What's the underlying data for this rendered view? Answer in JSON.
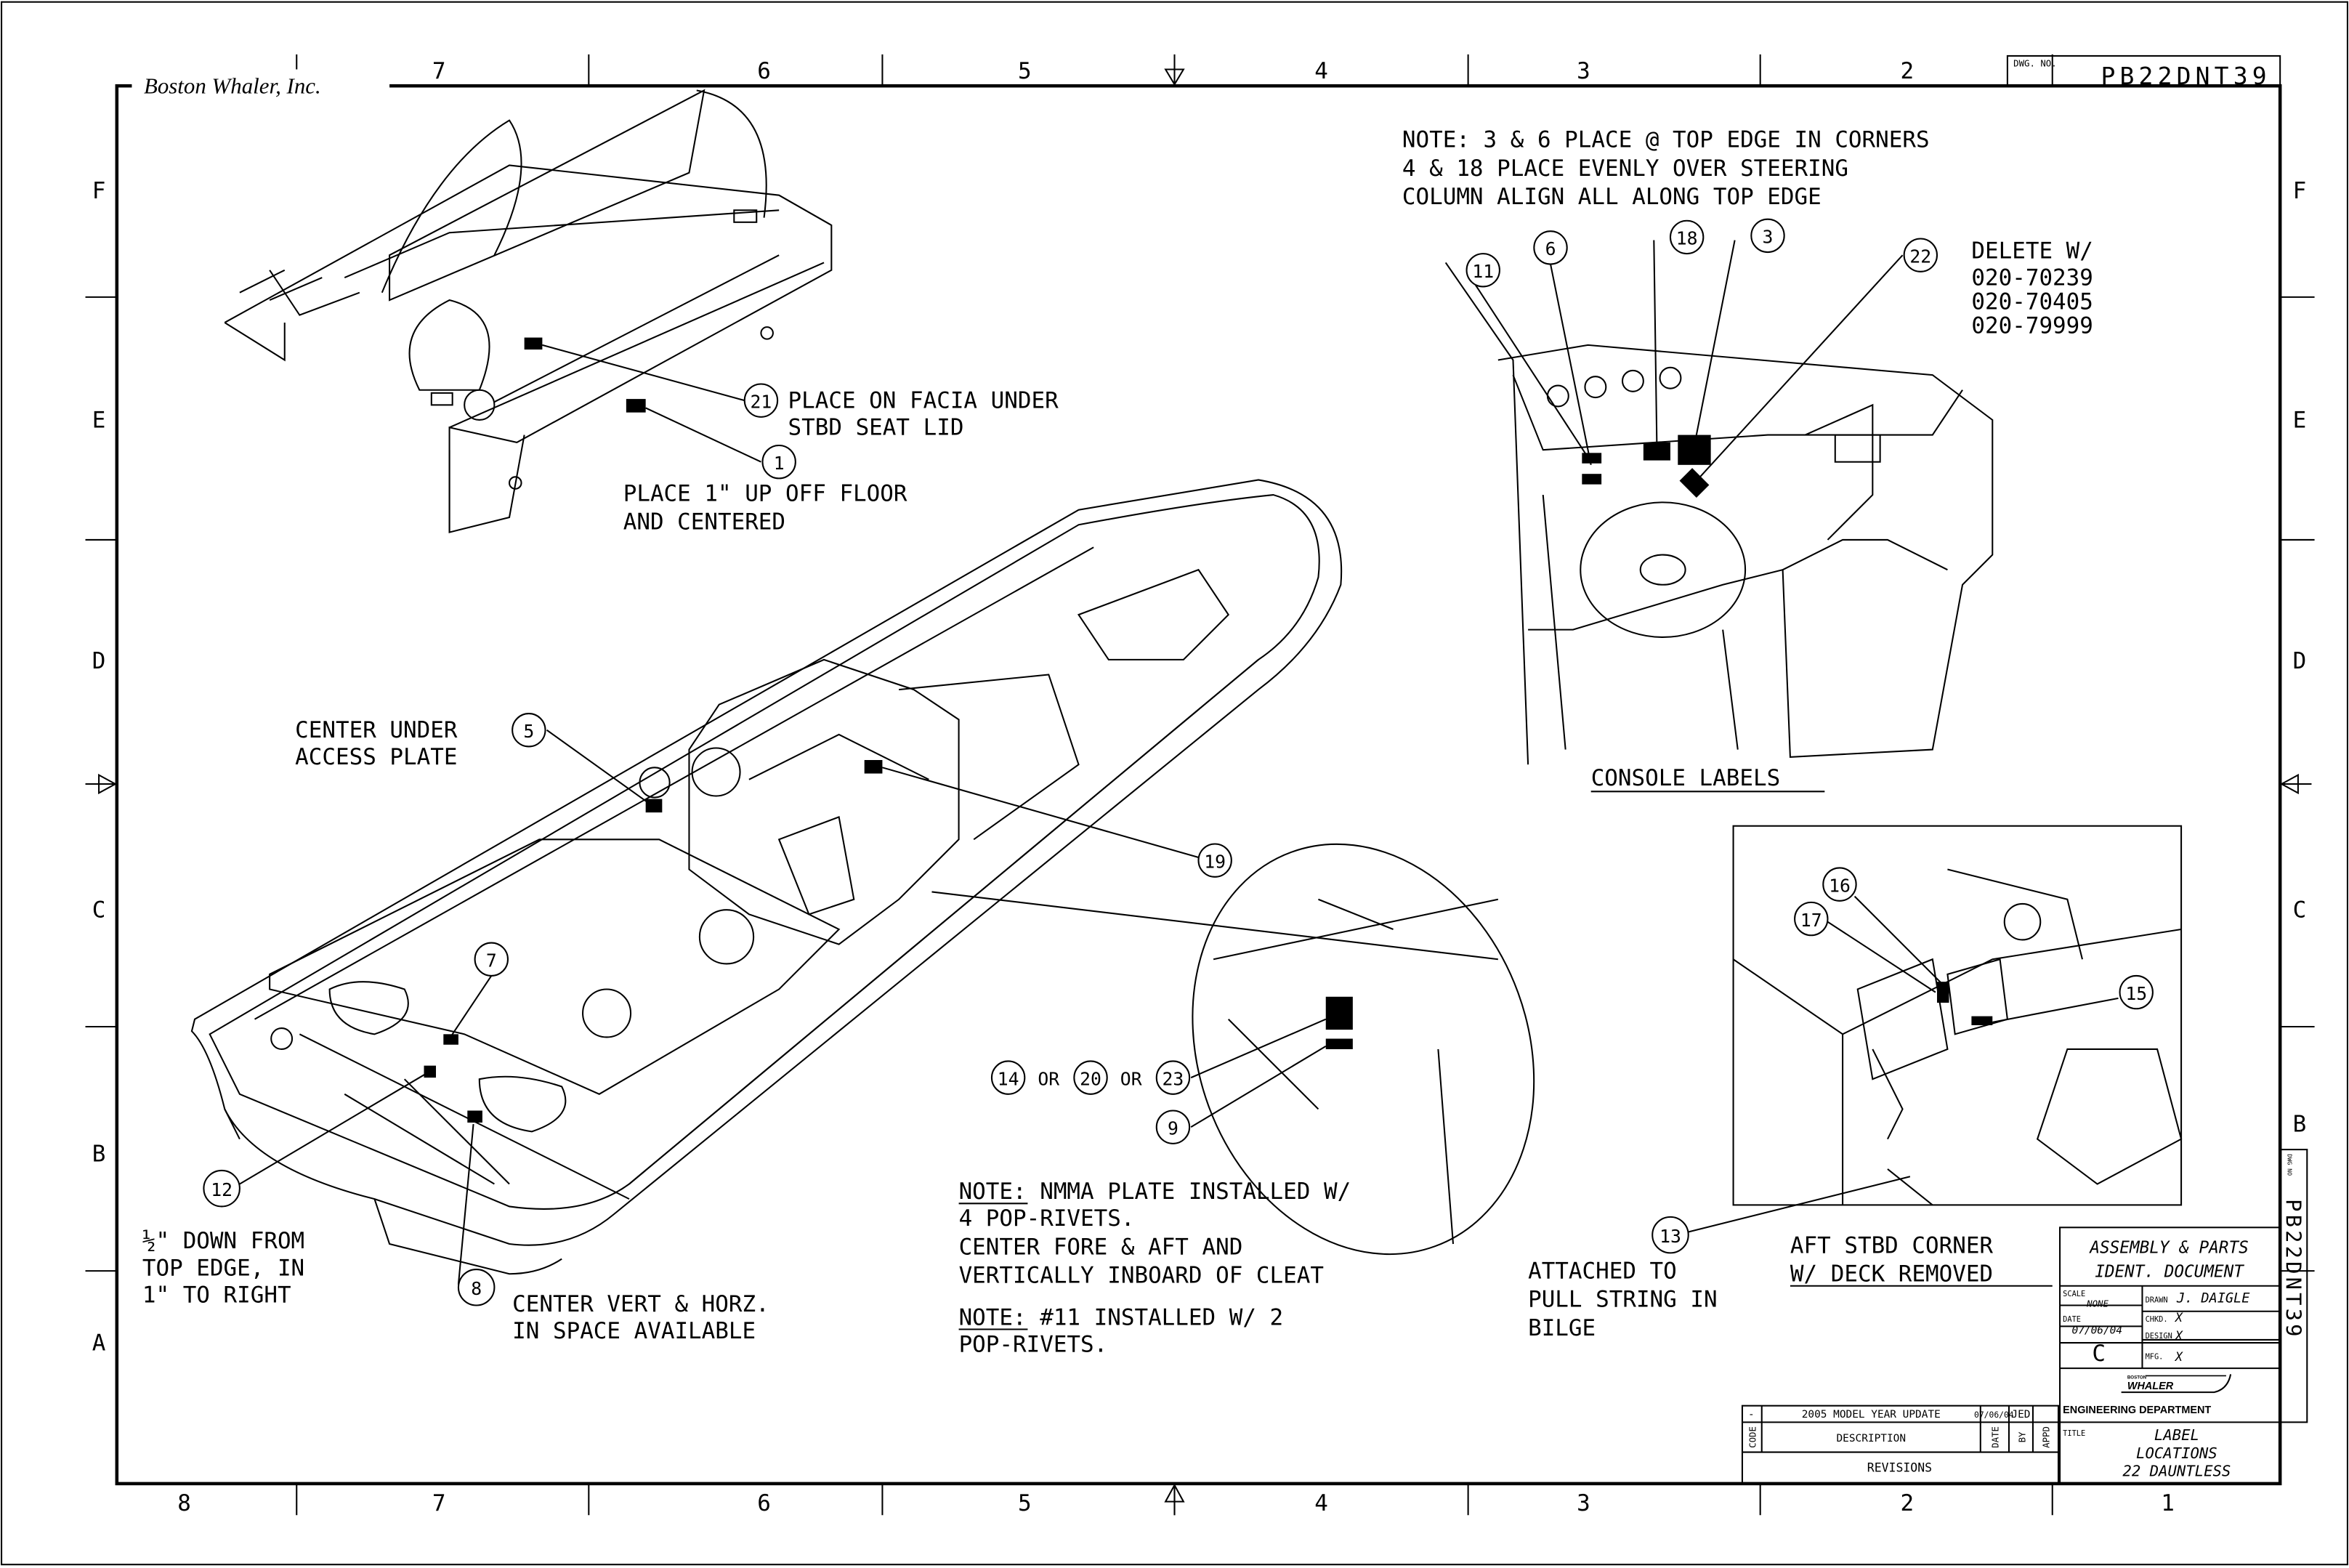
{
  "company": "Boston Whaler, Inc.",
  "dwg_no_label": "DWG. NO.",
  "dwg_no": "PB22DNT39",
  "zones": {
    "top": [
      "7",
      "6",
      "5",
      "4",
      "3",
      "2"
    ],
    "bottom": [
      "8",
      "7",
      "6",
      "5",
      "4",
      "3",
      "2",
      "1"
    ],
    "rows": [
      "F",
      "E",
      "D",
      "C",
      "B",
      "A"
    ]
  },
  "notes": {
    "console_note": [
      "NOTE: 3 & 6 PLACE @ TOP EDGE IN CORNERS",
      "4 & 18 PLACE EVENLY OVER STEERING",
      "COLUMN ALIGN ALL ALONG TOP EDGE"
    ],
    "delete_note": [
      "DELETE W/",
      "020-70239",
      "020-70405",
      "020-79999"
    ],
    "console_title": "CONSOLE LABELS",
    "facia_note": [
      "PLACE ON FACIA UNDER",
      "STBD SEAT LID"
    ],
    "floor_note": [
      "PLACE 1\" UP OFF FLOOR",
      "AND CENTERED"
    ],
    "access_note": [
      "CENTER UNDER",
      "ACCESS PLATE"
    ],
    "half_note": [
      "½\" DOWN FROM",
      "TOP EDGE, IN",
      "1\" TO RIGHT"
    ],
    "center_note": [
      "CENTER VERT & HORZ.",
      "IN SPACE AVAILABLE"
    ],
    "nmma_note": [
      "NOTE: NMMA PLATE INSTALLED W/",
      "4 POP-RIVETS.",
      "CENTER FORE & AFT AND",
      "VERTICALLY INBOARD OF CLEAT"
    ],
    "note11": [
      "NOTE: #11 INSTALLED W/ 2",
      "POP-RIVETS."
    ],
    "bilge_note": [
      "ATTACHED TO",
      "PULL STRING IN",
      "BILGE"
    ],
    "aft_title": [
      "AFT STBD CORNER",
      "W/ DECK REMOVED"
    ],
    "or": "OR"
  },
  "callouts": [
    "1",
    "3",
    "5",
    "6",
    "7",
    "8",
    "9",
    "11",
    "12",
    "13",
    "14",
    "15",
    "16",
    "17",
    "18",
    "19",
    "20",
    "21",
    "22",
    "23"
  ],
  "title_block": {
    "doc_type": [
      "ASSEMBLY & PARTS",
      "IDENT. DOCUMENT"
    ],
    "scale_label": "SCALE",
    "scale": "NONE",
    "date_label": "DATE",
    "date": "07/06/04",
    "size": "C",
    "drawn_label": "DRAWN",
    "drawn": "J. DAIGLE",
    "chkd_label": "CHKD.",
    "chkd": "X",
    "design_label": "DESIGN",
    "design": "X",
    "mfg_label": "MFG.",
    "mfg": "X",
    "logo_text": "WHALER",
    "logo_small": "BOSTON",
    "department": "ENGINEERING DEPARTMENT",
    "title_label": "TITLE",
    "title": [
      "LABEL",
      "LOCATIONS",
      "22 DAUNTLESS"
    ]
  },
  "revisions": {
    "rows": [
      {
        "code": "-",
        "description": "2005 MODEL YEAR UPDATE",
        "date": "07/06/04",
        "by": "JED",
        "appd": ""
      }
    ],
    "headers": {
      "code": "CODE",
      "description": "DESCRIPTION",
      "date": "DATE",
      "by": "BY",
      "appd": "APPD"
    },
    "label": "REVISIONS"
  },
  "side_dwg_label": "DWG NO",
  "side_dwg_no": "PB22DNT39"
}
